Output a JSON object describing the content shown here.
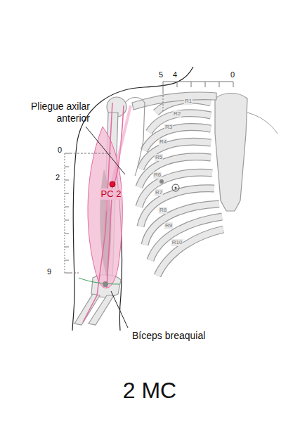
{
  "diagram": {
    "caption": "2 MC",
    "labels": [
      "5",
      "4",
      "0",
      "Pliegue axilar anterior",
      "0",
      "2",
      "9",
      "PC 2",
      "Bíceps breaquial",
      "R1",
      "R2",
      "R3",
      "R4",
      "R5",
      "R6",
      "R7",
      "R8",
      "R9",
      "R10"
    ]
  }
}
